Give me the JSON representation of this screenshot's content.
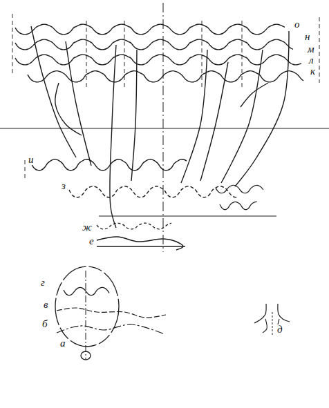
{
  "diagram": {
    "labels": [
      "о",
      "н",
      "м",
      "л",
      "к",
      "и",
      "з",
      "ж",
      "е",
      "г",
      "д",
      "в",
      "б",
      "а"
    ]
  }
}
